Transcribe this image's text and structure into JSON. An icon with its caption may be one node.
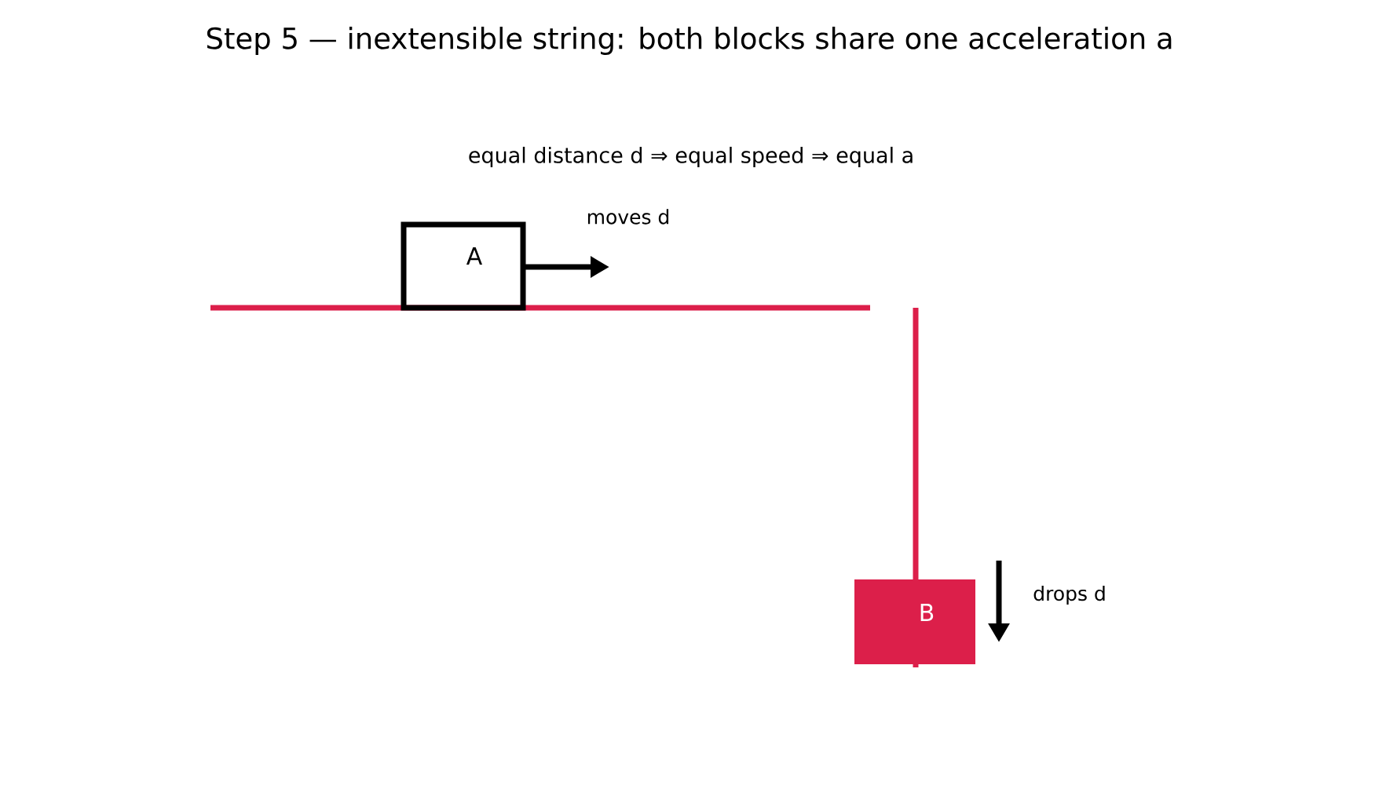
{
  "diagram": {
    "title": "Step 5 — inextensible string: both blocks share one acceleration a",
    "nodes": [
      {
        "text": [
          "A"
        ]
      },
      {
        "text": [
          "B"
        ]
      }
    ],
    "labels": [
      "equal distance d ⇒ equal speed ⇒ equal a",
      "moves d",
      "drops d"
    ]
  }
}
